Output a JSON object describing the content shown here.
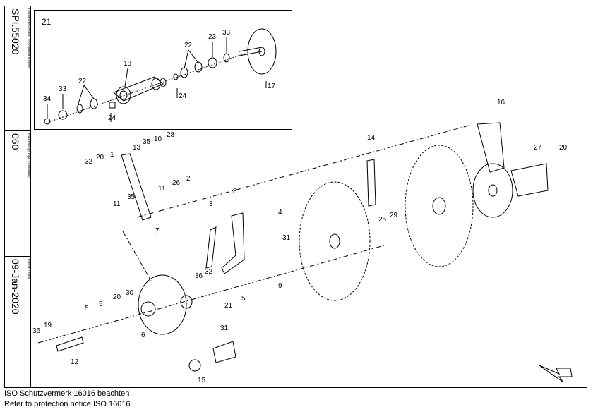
{
  "sidebar": {
    "doc_caption": "Dokumentnummer / document number",
    "doc_number": "SPI.55020",
    "group_caption": "Hauptbaugruppe / assembly",
    "group_number": "060",
    "date_caption": "Datum / date",
    "date": "09-Jan-2020"
  },
  "inset": {
    "label": "21",
    "callouts": [
      "34",
      "33",
      "22",
      "18",
      "24",
      "24",
      "22",
      "23",
      "33",
      "17"
    ]
  },
  "main_callouts": [
    "32",
    "20",
    "1",
    "13",
    "35",
    "10",
    "28",
    "11",
    "35",
    "11",
    "26",
    "2",
    "7",
    "3",
    "8",
    "14",
    "4",
    "16",
    "27",
    "20",
    "25",
    "29",
    "31",
    "36",
    "32",
    "20",
    "30",
    "5",
    "5",
    "5",
    "9",
    "21",
    "6",
    "31",
    "36",
    "19",
    "12",
    "15"
  ],
  "notice": {
    "line1": "ISO Schutzvermerk 16016 beachten",
    "line2": "Refer to protection notice ISO 16016"
  }
}
